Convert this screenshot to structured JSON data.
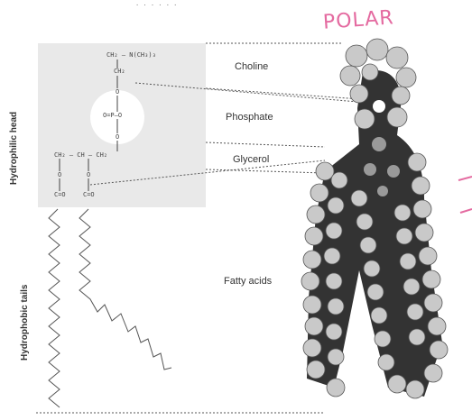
{
  "annotation": {
    "text": "POLAR",
    "color": "#e46aa0"
  },
  "side_labels": {
    "head": "Hydrophilic head",
    "tails": "Hydrophobic tails"
  },
  "region_labels": {
    "choline": "Choline",
    "phosphate": "Phosphate",
    "glycerol": "Glycerol",
    "fatty_acids": "Fatty acids"
  },
  "formula": {
    "choline_top": "CH₂ — N(CH₃)₃",
    "ch2": "CH₂",
    "o1": "O",
    "phosphate": "O=P—O",
    "o2": "O",
    "glycerol": "CH₂ — CH — CH₂",
    "ester_o_left": "O",
    "ester_o_right": "O",
    "carbonyl_left": "C=O",
    "carbonyl_right": "C=O"
  }
}
